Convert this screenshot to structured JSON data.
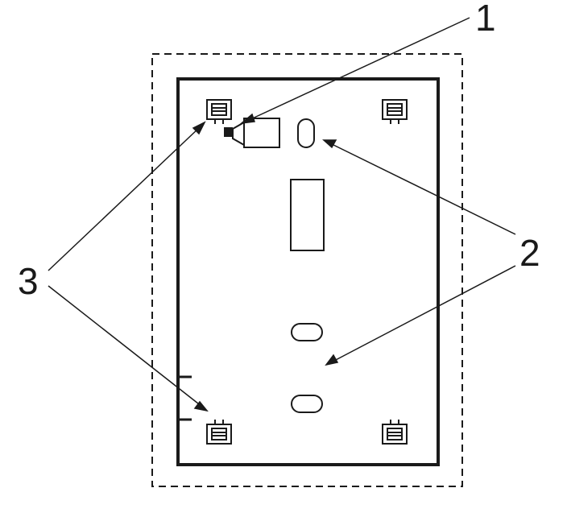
{
  "figure": {
    "labels": {
      "label_1": "1",
      "label_2": "2",
      "label_3": "3"
    },
    "colors": {
      "line": "#1a1a1a",
      "background": "#ffffff"
    }
  }
}
